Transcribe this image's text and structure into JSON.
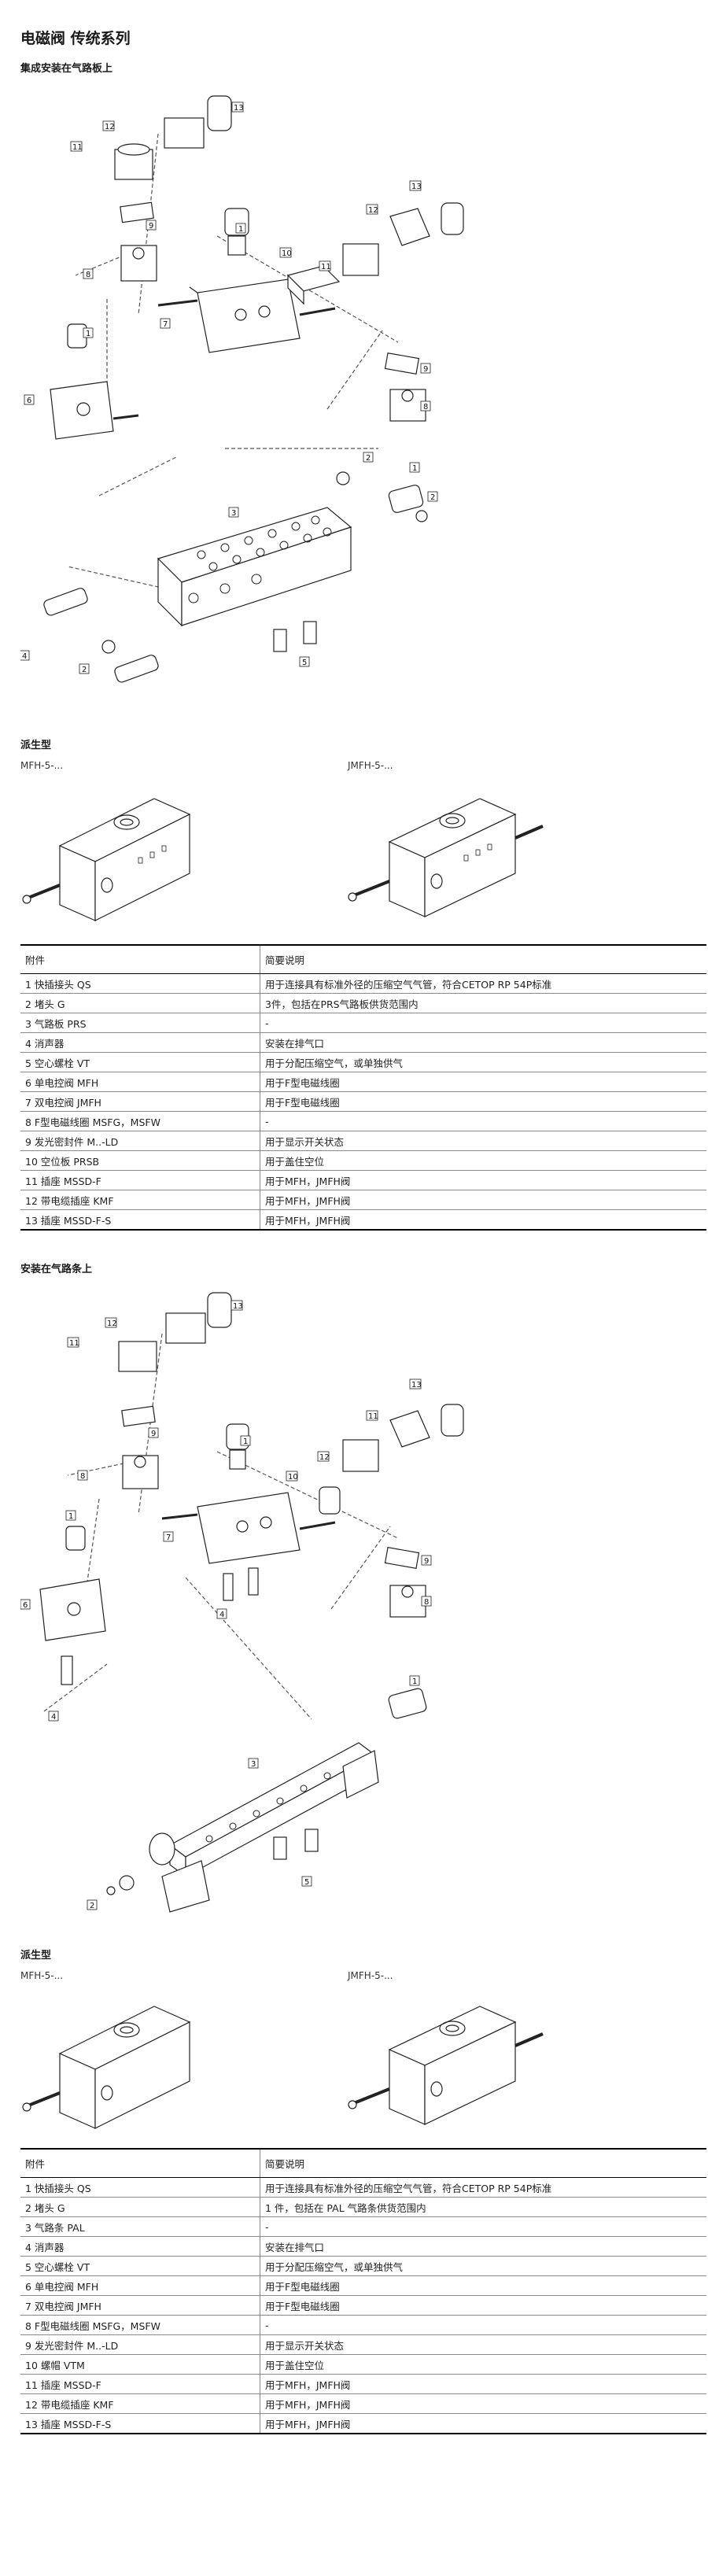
{
  "page_title": "电磁阀 传统系列",
  "section1": {
    "heading": "集成安装在气路板上",
    "callouts": [
      "1",
      "2",
      "3",
      "4",
      "5",
      "6",
      "7",
      "8",
      "9",
      "10",
      "11",
      "12",
      "13"
    ],
    "variant_heading": "派生型",
    "variant_left": "MFH-5-...",
    "variant_right": "JMFH-5-...",
    "table": {
      "col_head": "附件",
      "col_desc": "简要说明",
      "rows": [
        {
          "part": "1 快插接头 QS",
          "desc": "用于连接具有标准外径的压缩空气气管，符合CETOP RP 54P标准"
        },
        {
          "part": "2 堵头 G",
          "desc": "3件，包括在PRS气路板供货范围内"
        },
        {
          "part": "3 气路板 PRS",
          "desc": "-"
        },
        {
          "part": "4 消声器",
          "desc": "安装在排气口"
        },
        {
          "part": "5 空心螺栓 VT",
          "desc": "用于分配压缩空气，或单独供气"
        },
        {
          "part": "6 单电控阀 MFH",
          "desc": "用于F型电磁线圈"
        },
        {
          "part": "7 双电控阀 JMFH",
          "desc": "用于F型电磁线圈"
        },
        {
          "part": "8 F型电磁线圈 MSFG，MSFW",
          "desc": "-"
        },
        {
          "part": "9 发光密封件 M..-LD",
          "desc": "用于显示开关状态"
        },
        {
          "part": "10 空位板 PRSB",
          "desc": "用于盖住空位"
        },
        {
          "part": "11 插座 MSSD-F",
          "desc": "用于MFH，JMFH阀"
        },
        {
          "part": "12 带电缆插座 KMF",
          "desc": "用于MFH，JMFH阀"
        },
        {
          "part": "13 插座 MSSD-F-S",
          "desc": "用于MFH，JMFH阀"
        }
      ]
    }
  },
  "section2": {
    "heading": "安装在气路条上",
    "callouts": [
      "1",
      "2",
      "3",
      "4",
      "5",
      "6",
      "7",
      "8",
      "9",
      "10",
      "11",
      "12",
      "13"
    ],
    "variant_heading": "派生型",
    "variant_left": "MFH-5-...",
    "variant_right": "JMFH-5-...",
    "table": {
      "col_head": "附件",
      "col_desc": "简要说明",
      "rows": [
        {
          "part": "1 快插接头 QS",
          "desc": "用于连接具有标准外径的压缩空气气管，符合CETOP RP 54P标准"
        },
        {
          "part": "2 堵头 G",
          "desc": "1 件，包括在 PAL 气路条供货范围内"
        },
        {
          "part": "3 气路条 PAL",
          "desc": "-"
        },
        {
          "part": "4 消声器",
          "desc": "安装在排气口"
        },
        {
          "part": "5 空心螺栓 VT",
          "desc": "用于分配压缩空气，或单独供气"
        },
        {
          "part": "6 单电控阀 MFH",
          "desc": "用于F型电磁线圈"
        },
        {
          "part": "7 双电控阀 JMFH",
          "desc": "用于F型电磁线圈"
        },
        {
          "part": "8 F型电磁线圈 MSFG，MSFW",
          "desc": "-"
        },
        {
          "part": "9 发光密封件 M..-LD",
          "desc": "用于显示开关状态"
        },
        {
          "part": "10 螺帽 VTM",
          "desc": "用于盖住空位"
        },
        {
          "part": "11 插座 MSSD-F",
          "desc": "用于MFH，JMFH阀"
        },
        {
          "part": "12 带电缆插座 KMF",
          "desc": "用于MFH，JMFH阀"
        },
        {
          "part": "13 插座 MSSD-F-S",
          "desc": "用于MFH，JMFH阀"
        }
      ]
    }
  }
}
